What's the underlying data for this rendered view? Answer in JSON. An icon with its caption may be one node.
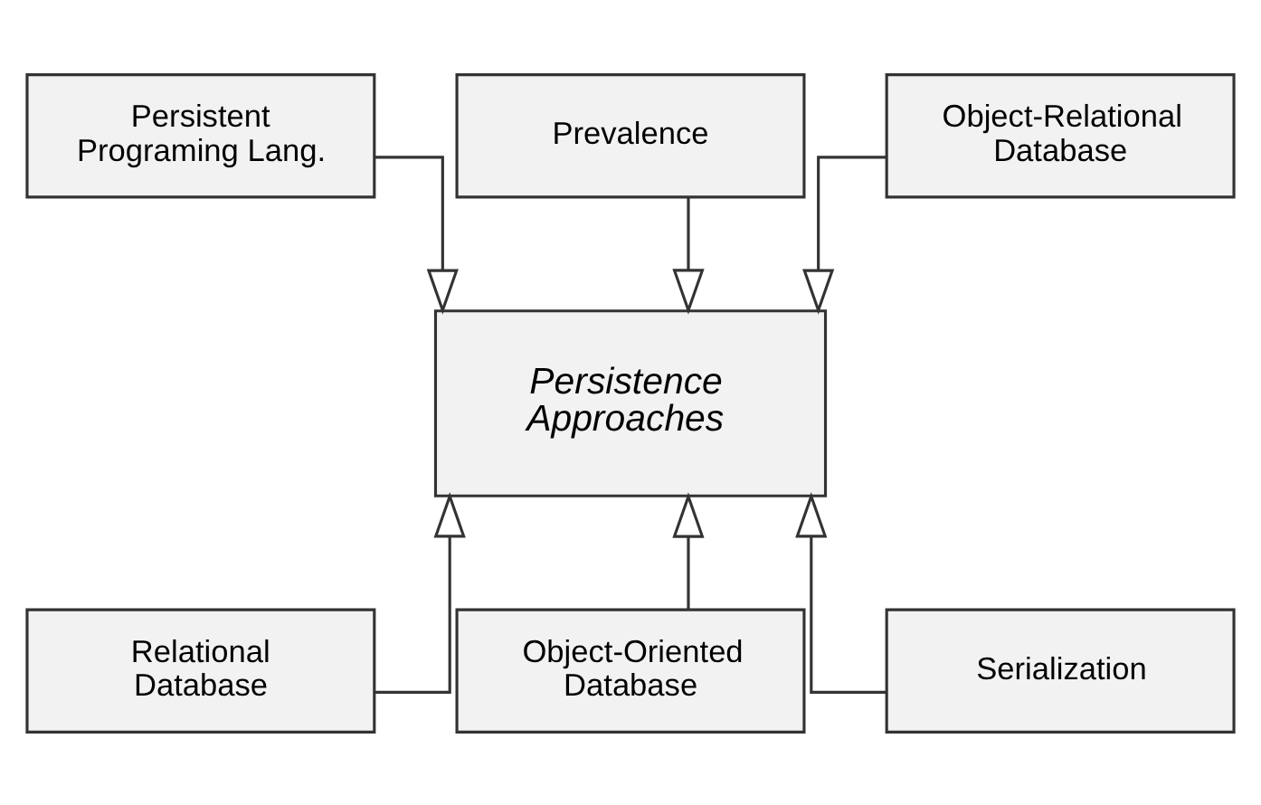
{
  "diagram": {
    "nodes": [
      {
        "text": [
          "Persistent Programing Lang."
        ]
      },
      {
        "text": [
          "Prevalence"
        ]
      },
      {
        "text": [
          "Object-Relational Database"
        ]
      },
      {
        "text": [
          "Persistence Approaches"
        ]
      },
      {
        "text": [
          "Relational Database"
        ]
      },
      {
        "text": [
          "Object-Oriented Database"
        ]
      },
      {
        "text": [
          "Serialization"
        ]
      }
    ],
    "edges": [
      {
        "from": 0,
        "to": 3,
        "arrow": "to"
      },
      {
        "from": 1,
        "to": 3,
        "arrow": "to"
      },
      {
        "from": 2,
        "to": 3,
        "arrow": "to"
      },
      {
        "from": 4,
        "to": 3,
        "arrow": "to"
      },
      {
        "from": 5,
        "to": 3,
        "arrow": "to"
      },
      {
        "from": 6,
        "to": 3,
        "arrow": "to"
      }
    ]
  }
}
